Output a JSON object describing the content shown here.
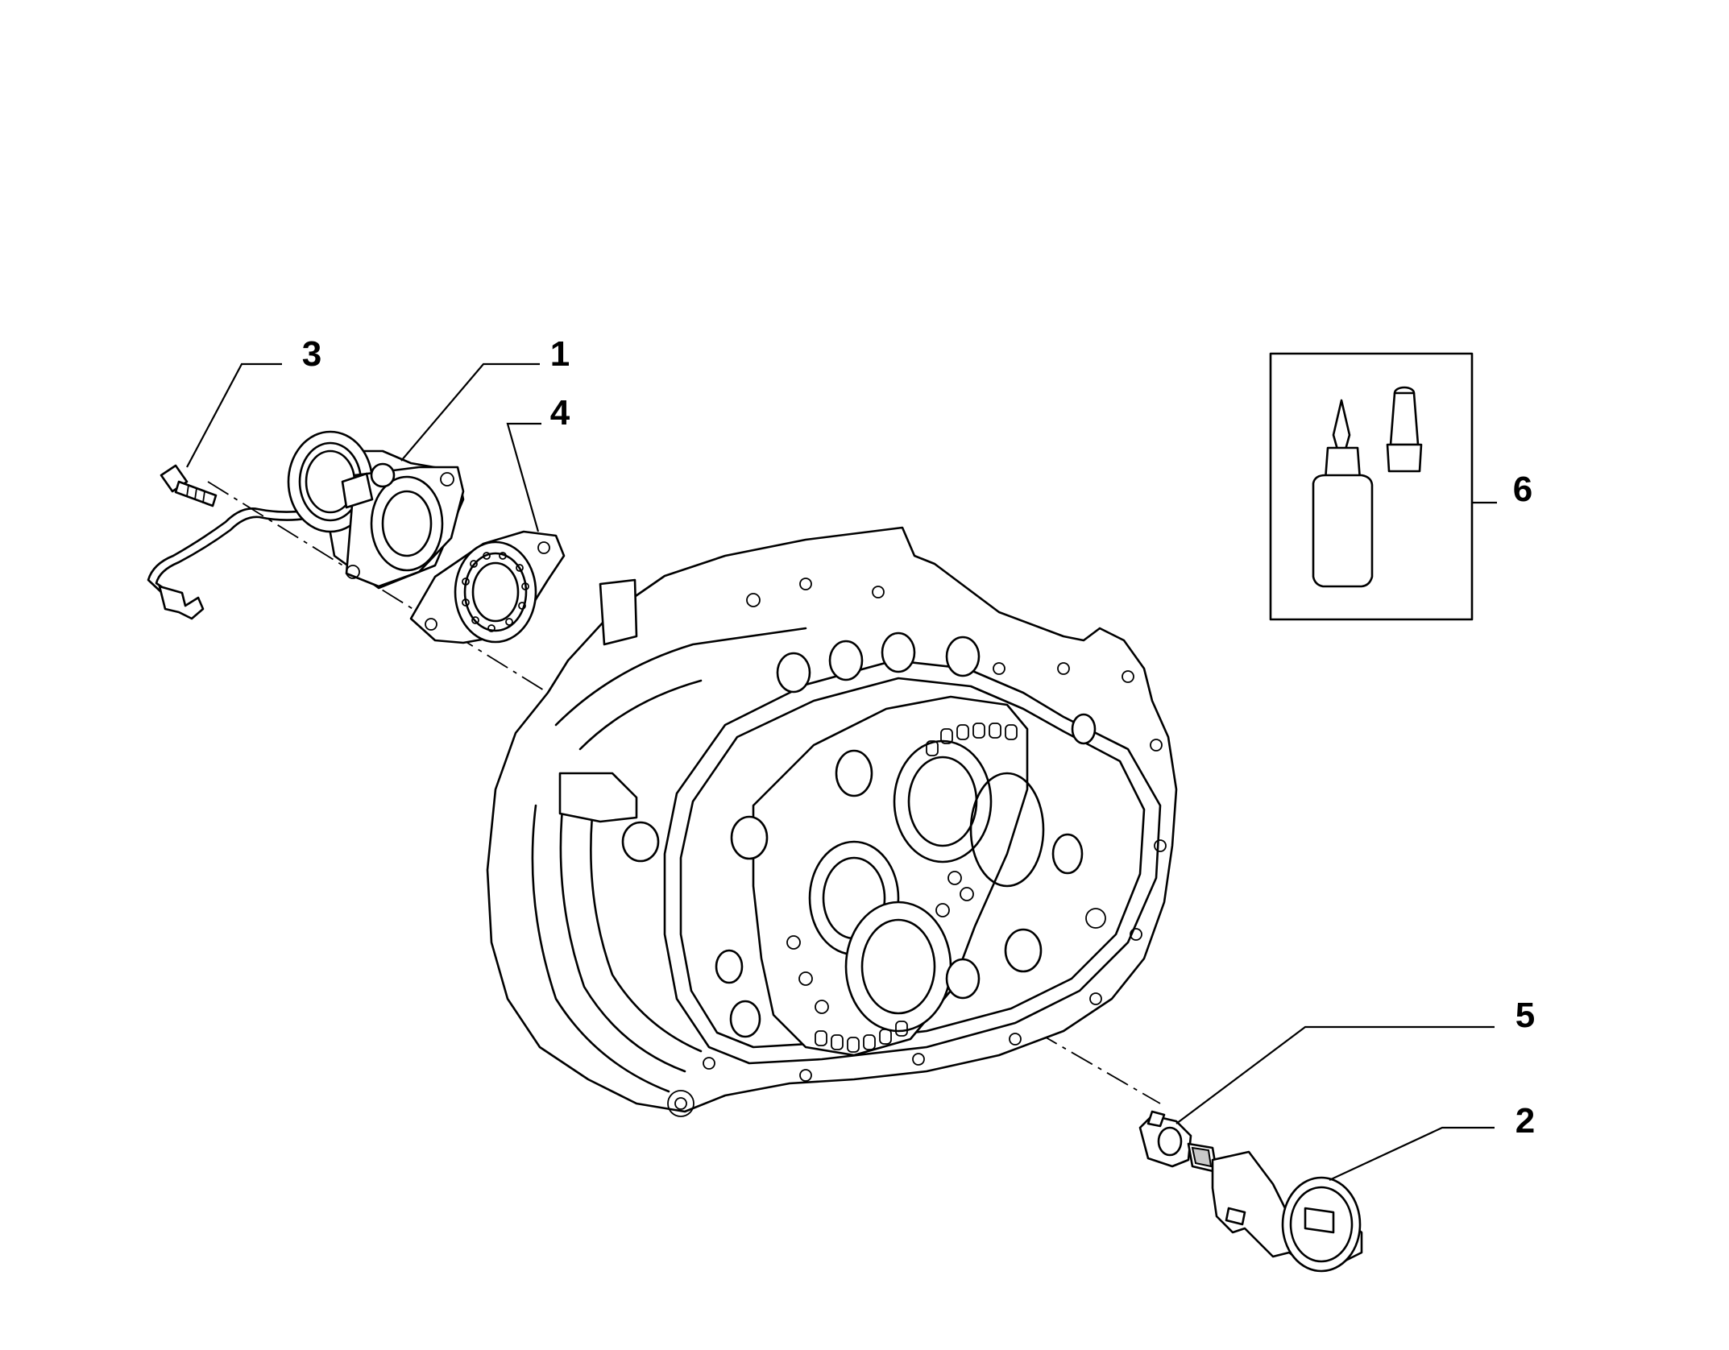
{
  "callouts": {
    "c1": "1",
    "c2": "2",
    "c3": "3",
    "c4": "4",
    "c5": "5",
    "c6": "6"
  },
  "parts": [
    {
      "ref": "1",
      "icon": "clutch-release-bearing-icon"
    },
    {
      "ref": "2",
      "icon": "bleed-valve-connector-icon"
    },
    {
      "ref": "3",
      "icon": "bolt-icon"
    },
    {
      "ref": "4",
      "icon": "bearing-plate-icon"
    },
    {
      "ref": "5",
      "icon": "bushing-icon"
    },
    {
      "ref": "6",
      "icon": "sealant-bottle-icon"
    }
  ]
}
